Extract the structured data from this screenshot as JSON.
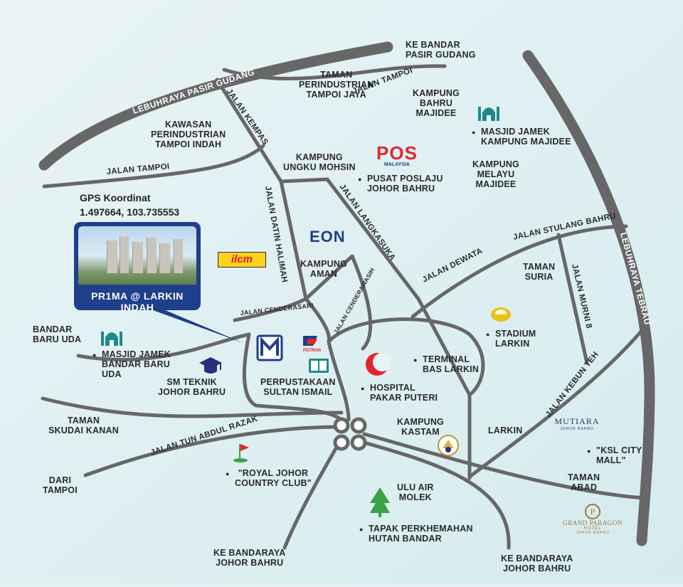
{
  "roads": {
    "pasir_gudang": "LEBUHRAYA PASIR GUDANG",
    "tebrau": "LEBUHRAYA TEBRAU",
    "kempas": "JALAN KEMPAS",
    "tampoi_top": "JALAN TAMPOI",
    "tampoi_left": "JALAN TAMPOI",
    "datin_halimah": "JALAN DATIN HALIMAH",
    "langkasuka": "JALAN LANGKASUKA",
    "cenderasari": "JALAN CENDERASARI",
    "cenderawasih": "JALAN CENDERAWASIH",
    "dewata": "JALAN DEWATA",
    "stulang_bahru": "JALAN STULANG BAHRU",
    "murni8": "JALAN MURNI 8",
    "kebun_teh": "JALAN KEBUN TEH",
    "tun_abdul_razak": "JALAN TUN ABDUL RAZAK"
  },
  "gps": {
    "label": "GPS Koordinat",
    "value": "1.497664, 103.735553"
  },
  "callout": {
    "title": "PR1MA @ LARKIN INDAH"
  },
  "brands": {
    "pos": "POS",
    "pos_sub": "MALAYSIA",
    "eon": "EON",
    "ilcm": "ilcm",
    "petron": "PETRON",
    "mutiara": "MUTIARA",
    "mutiara_sub": "JOHOR BAHRU",
    "grand_paragon": "GRAND PARAGON",
    "grand_paragon_sub": "HOTEL",
    "grand_paragon_sub2": "JOHOR BAHRU"
  },
  "places": {
    "ke_pasir_gudang": [
      "KE BANDAR",
      "PASIR GUDANG"
    ],
    "tampoi_jaya": [
      "TAMAN",
      "PERINDUSTRIAN",
      "TAMPOI JAYA"
    ],
    "bahru_majidee": [
      "KAMPUNG",
      "BAHRU",
      "MAJIDEE"
    ],
    "tampoi_indah": [
      "KAWASAN",
      "PERINDUSTRIAN",
      "TAMPOI INDAH"
    ],
    "masjid_majidee": [
      "MASJID JAMEK",
      "KAMPUNG MAJIDEE"
    ],
    "ungku_mohsin": [
      "KAMPUNG",
      "UNGKU MOHSIN"
    ],
    "poslaju": [
      "PUSAT POSLAJU",
      "JOHOR BAHRU"
    ],
    "melayu_majidee": [
      "KAMPUNG",
      "MELAYU",
      "MAJIDEE"
    ],
    "kampung_aman": [
      "KAMPUNG",
      "AMAN"
    ],
    "taman_suria": [
      "TAMAN",
      "SURIA"
    ],
    "bandar_baru_uda": [
      "BANDAR",
      "BARU UDA"
    ],
    "masjid_uda": [
      "MASJID JAMEK",
      "BANDAR BARU",
      "UDA"
    ],
    "stadium_larkin": [
      "STADIUM",
      "LARKIN"
    ],
    "sm_teknik": [
      "SM TEKNIK",
      "JOHOR BAHRU"
    ],
    "perpustakaan": [
      "PERPUSTAKAAN",
      "SULTAN ISMAIL"
    ],
    "terminal": [
      "TERMINAL",
      "BAS LARKIN"
    ],
    "hospital": [
      "HOSPITAL",
      "PAKAR PUTERI"
    ],
    "taman_skudai_kanan": [
      "TAMAN",
      "SKUDAI KANAN"
    ],
    "kampung_kastam": [
      "KAMPUNG",
      "KASTAM"
    ],
    "larkin": [
      "LARKIN"
    ],
    "ksl": [
      "\"KSL CITY",
      "MALL\""
    ],
    "dari_tampoi": [
      "DARI",
      "TAMPOI"
    ],
    "royal_johor": [
      "\"ROYAL JOHOR",
      "COUNTRY CLUB\""
    ],
    "ulu_air_molek": [
      "ULU AIR",
      "MOLEK"
    ],
    "taman_abad": [
      "TAMAN",
      "ABAD"
    ],
    "tapak": [
      "TAPAK PERKHEMAHAN",
      "HUTAN BANDAR"
    ],
    "ke_jb_left": [
      "KE BANDARAYA",
      "JOHOR BAHRU"
    ],
    "ke_jb_right": [
      "KE BANDARAYA",
      "JOHOR BAHRU"
    ]
  },
  "colors": {
    "road": "#676767",
    "background": "#e6f1f4",
    "callout": "#1e3f8a",
    "pos_red": "#e2262c",
    "eon_blue": "#1e3f8a",
    "mosque_teal": "#1d8a8c",
    "tree_green": "#3aa14a",
    "stadium_yellow": "#e8c11b"
  },
  "icons": [
    "mosque-icon",
    "graduation-cap-icon",
    "book-icon",
    "crescent-icon",
    "stadium-icon",
    "golf-flag-icon",
    "tree-icon",
    "crest-icon",
    "prima-logo"
  ]
}
